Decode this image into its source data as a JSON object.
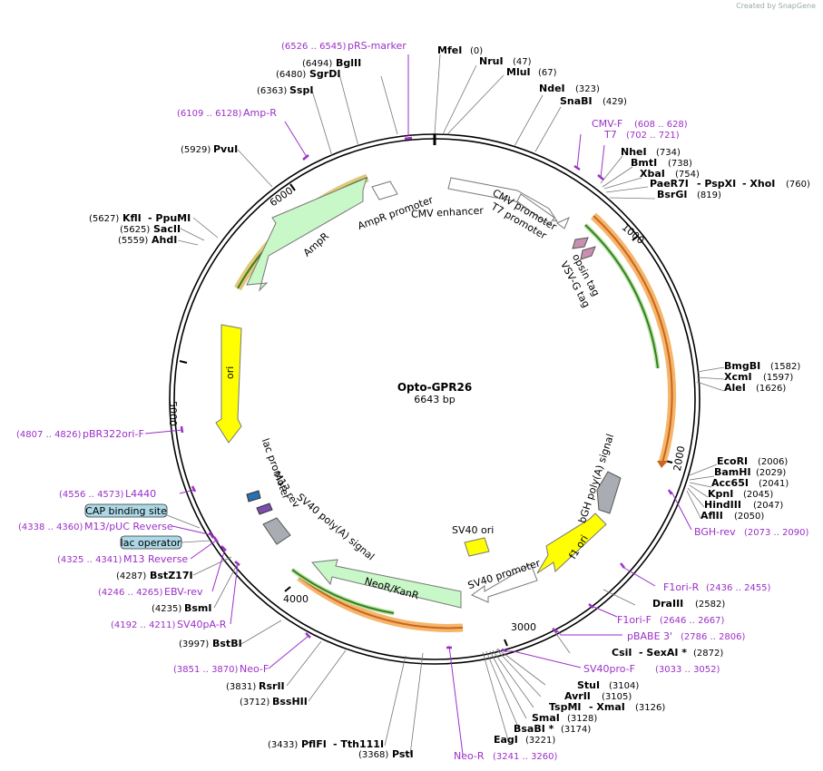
{
  "credit": "Created by SnapGene",
  "plasmid": {
    "name": "Opto-GPR26",
    "size_label": "6643 bp"
  },
  "ticks": [
    "1000",
    "2000",
    "3000",
    "4000",
    "5000",
    "6000"
  ],
  "features": [
    {
      "id": "cmv-enhancer",
      "label": "CMV enhancer"
    },
    {
      "id": "cmv-promoter",
      "label": "CMV promoter"
    },
    {
      "id": "t7-promoter",
      "label": "T7 promoter"
    },
    {
      "id": "opsin-tag",
      "label": "opsin tag"
    },
    {
      "id": "vsvg-tag",
      "label": "VSV-G tag"
    },
    {
      "id": "bgh-polya",
      "label": "bGH poly(A) signal"
    },
    {
      "id": "f1-ori",
      "label": "f1 ori"
    },
    {
      "id": "sv40-promoter",
      "label": "SV40 promoter"
    },
    {
      "id": "sv40-ori",
      "label": "SV40 ori"
    },
    {
      "id": "neor",
      "label": "NeoR/KanR"
    },
    {
      "id": "sv40-polya",
      "label": "SV40 poly(A) signal"
    },
    {
      "id": "m13-rev",
      "label": "M13 rev"
    },
    {
      "id": "lac-promoter",
      "label": "lac promoter"
    },
    {
      "id": "ori",
      "label": "ori"
    },
    {
      "id": "ampr",
      "label": "AmpR"
    },
    {
      "id": "ampr-promoter",
      "label": "AmpR promoter"
    }
  ],
  "boxed_labels": [
    "CAP binding site",
    "lac operator"
  ],
  "enzymes": [
    {
      "name": "MfeI",
      "pos": "(0)"
    },
    {
      "name": "NruI",
      "pos": "(47)"
    },
    {
      "name": "MluI",
      "pos": "(67)"
    },
    {
      "name": "NdeI",
      "pos": "(323)"
    },
    {
      "name": "SnaBI",
      "pos": "(429)"
    },
    {
      "name": "NheI",
      "pos": "(734)"
    },
    {
      "name": "BmtI",
      "pos": "(738)"
    },
    {
      "name": "XbaI",
      "pos": "(754)"
    },
    {
      "name": "PaeR7I",
      "pos": ""
    },
    {
      "name": "- PspXI",
      "pos": ""
    },
    {
      "name": "- XhoI",
      "pos": "(760)"
    },
    {
      "name": "BsrGI",
      "pos": "(819)"
    },
    {
      "name": "BmgBI",
      "pos": "(1582)"
    },
    {
      "name": "XcmI",
      "pos": "(1597)"
    },
    {
      "name": "AleI",
      "pos": "(1626)"
    },
    {
      "name": "EcoRI",
      "pos": "(2006)"
    },
    {
      "name": "BamHI",
      "pos": "(2029)"
    },
    {
      "name": "Acc65I",
      "pos": "(2041)"
    },
    {
      "name": "KpnI",
      "pos": "(2045)"
    },
    {
      "name": "HindIII",
      "pos": "(2047)"
    },
    {
      "name": "AflII",
      "pos": "(2050)"
    },
    {
      "name": "DraIII",
      "pos": "(2582)"
    },
    {
      "name": "CsiI",
      "pos": ""
    },
    {
      "name": "- SexAI *",
      "pos": "(2872)"
    },
    {
      "name": "StuI",
      "pos": "(3104)"
    },
    {
      "name": "AvrII",
      "pos": "(3105)"
    },
    {
      "name": "TspMI",
      "pos": ""
    },
    {
      "name": "- XmaI",
      "pos": "(3126)"
    },
    {
      "name": "SmaI",
      "pos": "(3128)"
    },
    {
      "name": "BsaBI *",
      "pos": "(3174)"
    },
    {
      "name": "EagI",
      "pos": "(3221)"
    },
    {
      "name": "PstI",
      "pos": "(3368)"
    },
    {
      "name": "PflFI",
      "pos": "(3433)"
    },
    {
      "name": "- Tth111I",
      "pos": ""
    },
    {
      "name": "BssHII",
      "pos": "(3712)"
    },
    {
      "name": "RsrII",
      "pos": "(3831)"
    },
    {
      "name": "BstBI",
      "pos": "(3997)"
    },
    {
      "name": "BsmI",
      "pos": "(4235)"
    },
    {
      "name": "BstZ17I",
      "pos": "(4287)"
    },
    {
      "name": "AhdI",
      "pos": "(5559)"
    },
    {
      "name": "SacII",
      "pos": "(5625)"
    },
    {
      "name": "KflI",
      "pos": "(5627)"
    },
    {
      "name": "- PpuMI",
      "pos": ""
    },
    {
      "name": "PvuI",
      "pos": "(5929)"
    },
    {
      "name": "SspI",
      "pos": "(6363)"
    },
    {
      "name": "SgrDI",
      "pos": "(6480)"
    },
    {
      "name": "BglII",
      "pos": "(6494)"
    }
  ],
  "primers": [
    {
      "name": "pRS-marker",
      "pos": "(6526 .. 6545)"
    },
    {
      "name": "Amp-R",
      "pos": "(6109 .. 6128)"
    },
    {
      "name": "CMV-F",
      "pos": "(608 .. 628)"
    },
    {
      "name": "T7",
      "pos": "(702 .. 721)"
    },
    {
      "name": "BGH-rev",
      "pos": "(2073 .. 2090)"
    },
    {
      "name": "F1ori-R",
      "pos": "(2436 .. 2455)"
    },
    {
      "name": "F1ori-F",
      "pos": "(2646 .. 2667)"
    },
    {
      "name": "pBABE 3'",
      "pos": "(2786 .. 2806)"
    },
    {
      "name": "SV40pro-F",
      "pos": "(3033 .. 3052)"
    },
    {
      "name": "Neo-R",
      "pos": "(3241 .. 3260)"
    },
    {
      "name": "Neo-F",
      "pos": "(3851 .. 3870)"
    },
    {
      "name": "SV40pA-R",
      "pos": "(4192 .. 4211)"
    },
    {
      "name": "EBV-rev",
      "pos": "(4246 .. 4265)"
    },
    {
      "name": "M13 Reverse",
      "pos": "(4325 .. 4341)"
    },
    {
      "name": "M13/pUC Reverse",
      "pos": "(4338 .. 4360)"
    },
    {
      "name": "L4440",
      "pos": "(4556 .. 4573)"
    },
    {
      "name": "pBR322ori-F",
      "pos": "(4807 .. 4826)"
    }
  ]
}
